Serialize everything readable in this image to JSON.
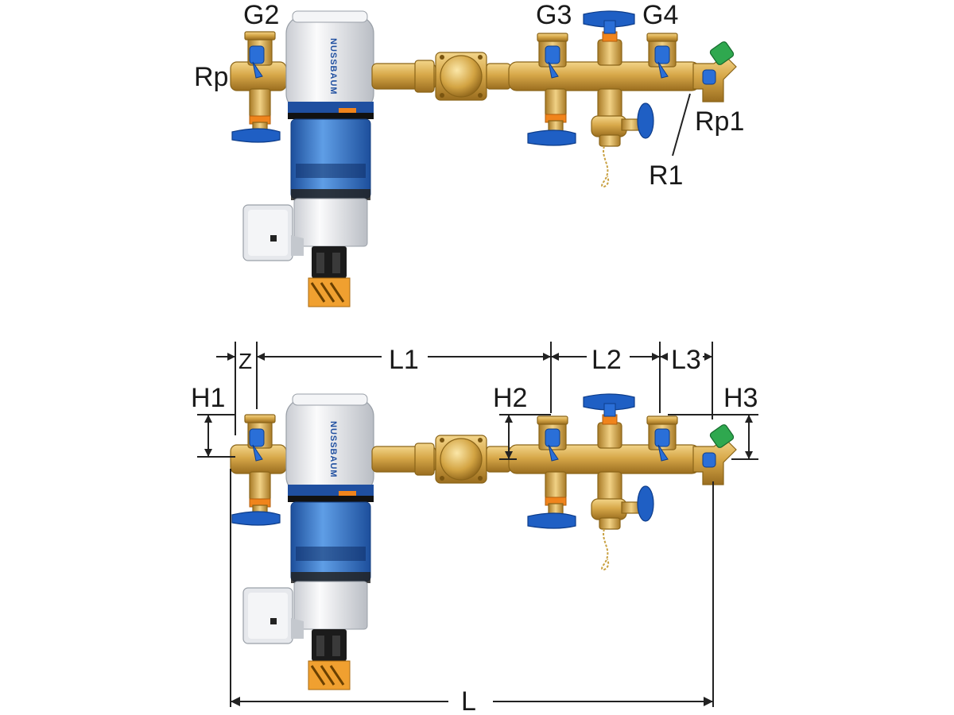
{
  "labels": {
    "g2": "G2",
    "g3": "G3",
    "g4": "G4",
    "rp": "Rp",
    "rp1": "Rp1",
    "r1": "R1"
  },
  "dimensions": {
    "z": "Z",
    "l1": "L1",
    "l2": "L2",
    "l3": "L3",
    "h1": "H1",
    "h2": "H2",
    "h3": "H3",
    "l": "L"
  },
  "filter_brand_text": "NUSSBAUM",
  "colors": {
    "brass": "#c89a3a",
    "valve_blue": "#1f5fc4",
    "filter_white": "#eef0f3",
    "filter_bowl_blue": "#3c7fd6",
    "accent_orange": "#f0841c",
    "indicator_green": "#2fa84f"
  }
}
